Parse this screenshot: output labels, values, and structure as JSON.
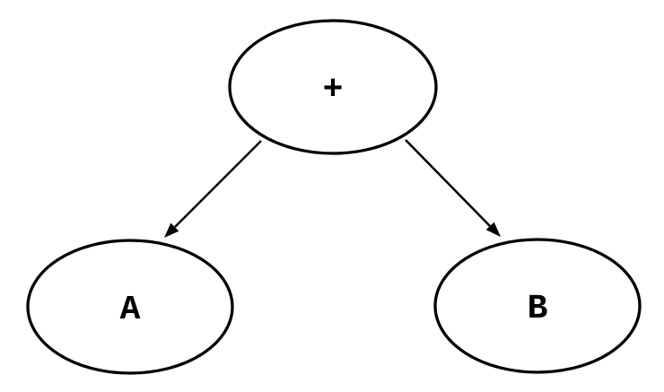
{
  "diagram": {
    "type": "tree",
    "background_color": "#ffffff",
    "node_fill_color": "#ffffff",
    "node_stroke_color": "#000000",
    "edge_color": "#000000",
    "text_color": "#000000",
    "nodes": [
      {
        "label": "+",
        "role": "root"
      },
      {
        "label": "A",
        "role": "left-child"
      },
      {
        "label": "B",
        "role": "right-child"
      }
    ],
    "edges": [
      {
        "from": "+",
        "to": "A",
        "style": "arrow"
      },
      {
        "from": "+",
        "to": "B",
        "style": "arrow"
      }
    ]
  }
}
